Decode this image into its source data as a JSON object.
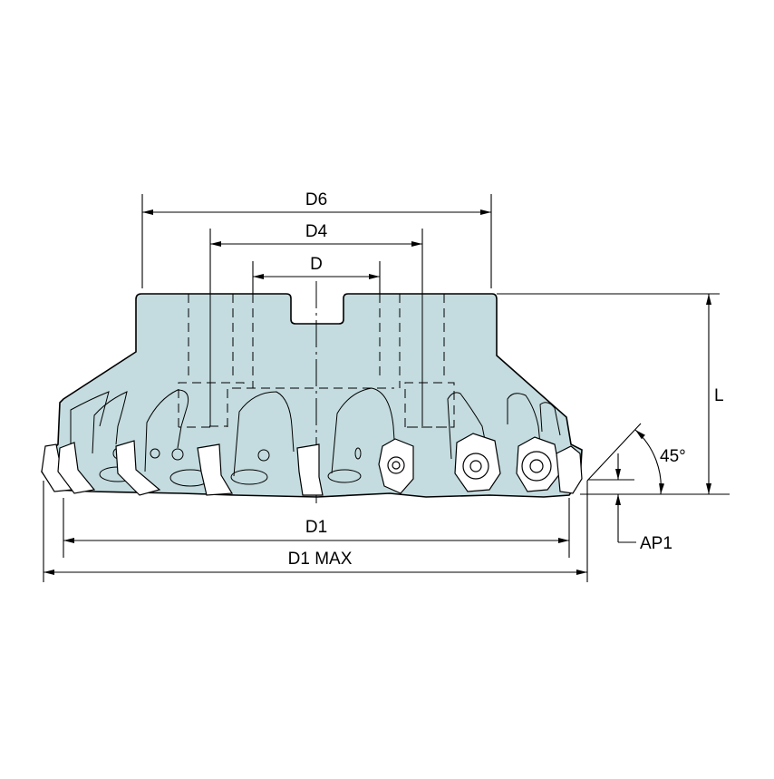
{
  "diagram": {
    "title": "Face milling cutter dimension drawing",
    "colors": {
      "body_fill": "#c4dcdf",
      "line": "#000000",
      "insert_fill": "#ffffff",
      "background": "#ffffff"
    },
    "dimensions": {
      "D6": "D6",
      "D4": "D4",
      "D": "D",
      "L": "L",
      "angle": "45°",
      "AP1": "AP1",
      "D1": "D1",
      "D1_MAX": "D1 MAX"
    }
  }
}
